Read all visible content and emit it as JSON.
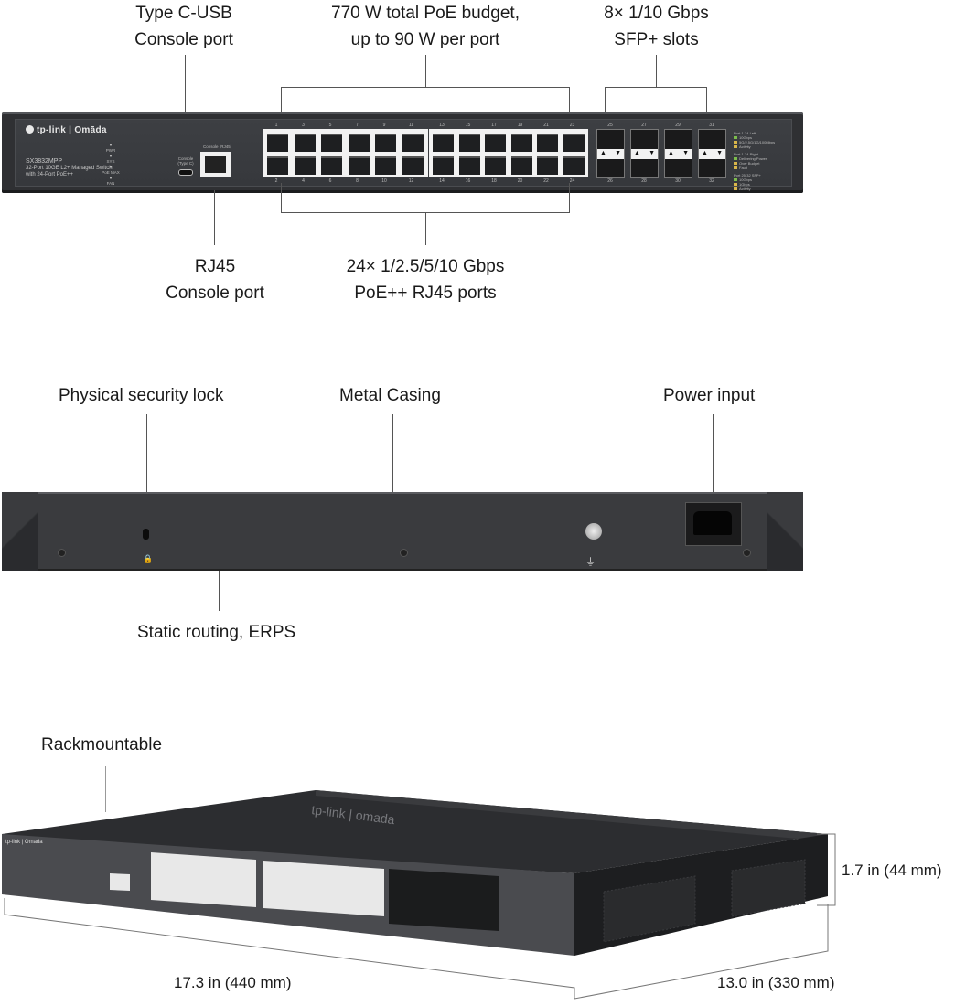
{
  "front_view": {
    "callouts": {
      "usb_c": [
        "Type C-USB",
        "Console port"
      ],
      "poe_budget": [
        "770 W total PoE budget,",
        "up to 90 W per port"
      ],
      "sfp": [
        "8×  1/10 Gbps",
        "SFP+ slots"
      ],
      "rj45_console": [
        "RJ45",
        "Console port"
      ],
      "rj45_ports": [
        "24×  1/2.5/5/10 Gbps",
        "PoE++ RJ45 ports"
      ]
    },
    "panel": {
      "brand": "tp-link | Omāda",
      "model": "SX3832MPP",
      "description_1": "32-Port 10GE L2+ Managed Switch",
      "description_2": "with 24-Port PoE++",
      "leds": [
        "PWR",
        "SYS",
        "PoE MAX",
        "FAN"
      ],
      "usbc_label_1": "Console",
      "usbc_label_2": "(Type C)",
      "rj45_console_label": "Console (RJ45)",
      "rj45_top_numbers": [
        "1",
        "3",
        "5",
        "7",
        "9",
        "11",
        "13",
        "15",
        "17",
        "19",
        "21",
        "23"
      ],
      "rj45_bottom_numbers": [
        "2",
        "4",
        "6",
        "8",
        "10",
        "12",
        "14",
        "16",
        "18",
        "20",
        "22",
        "24"
      ],
      "sfp_top_numbers": [
        "25",
        "27",
        "29",
        "31"
      ],
      "sfp_bottom_numbers": [
        "26",
        "28",
        "30",
        "32"
      ],
      "legend": [
        {
          "group": "Port 1-24 Left",
          "items": [
            "10Gbps",
            "5G/2.5G/1G/100Mbps",
            "Activity"
          ]
        },
        {
          "group": "Port 1-24 Right",
          "items": [
            "Delivering Power",
            "Over Budget",
            "Fault"
          ]
        },
        {
          "group": "Port 25-32 SFP+",
          "items": [
            "10Gbps",
            "1Gbps",
            "Activity"
          ]
        }
      ]
    }
  },
  "rear_view": {
    "callouts": {
      "security_lock": "Physical security lock",
      "metal_casing": "Metal Casing",
      "power_input": "Power input",
      "routing": "Static routing, ERPS"
    },
    "icons": {
      "lock": "🔒",
      "ground": "⏚"
    }
  },
  "iso_view": {
    "callouts": {
      "rackmount": "Rackmountable",
      "height": "1.7 in (44 mm)",
      "width": "17.3  in (440  mm)",
      "depth": "13.0  in (330 mm)"
    },
    "top_logo": "tp-link | omada"
  },
  "colors": {
    "chassis": "#2f3033",
    "led_green": "#7cbd4c",
    "led_amber": "#d9b64a"
  }
}
